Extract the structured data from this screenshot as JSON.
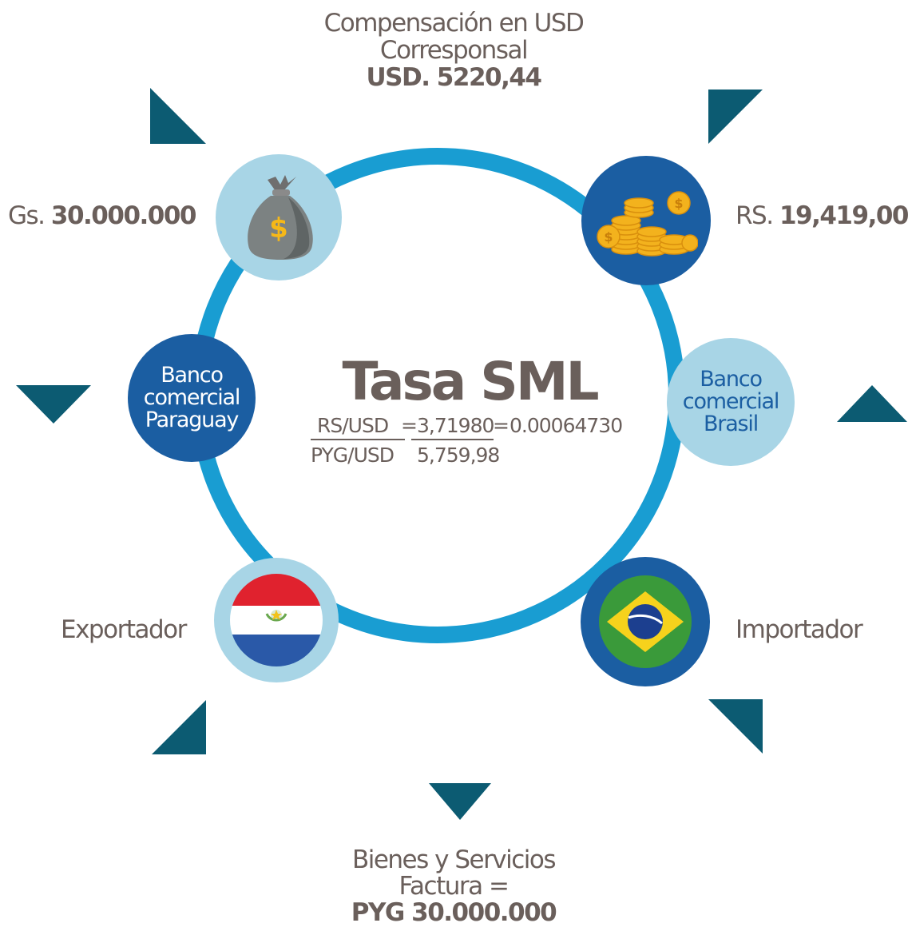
{
  "top": {
    "line1": "Compensación en USD",
    "line2": "Corresponsal",
    "amount": "USD. 5220,44"
  },
  "left_amount": {
    "prefix": "Gs.",
    "value": "30.000.000"
  },
  "right_amount": {
    "prefix": "RS.",
    "value": "19,419,00"
  },
  "nodes": {
    "bank_py": [
      "Banco",
      "comercial",
      "Paraguay"
    ],
    "bank_br": [
      "Banco",
      "comercial",
      "Brasil"
    ]
  },
  "exporter": "Exportador",
  "importer": "Importador",
  "center": {
    "title": "Tasa SML",
    "num1": "RS/USD",
    "eq1": "=",
    "val1": "3,71980",
    "eq2": "=",
    "result": "0.00064730",
    "den1": "PYG/USD",
    "val2": "5,759,98"
  },
  "bottom": {
    "line1": "Bienes y Servicios",
    "line2": "Factura =",
    "amount": "PYG 30.000.000"
  },
  "colors": {
    "ring": "#199dd2",
    "dark_node": "#1b5ea2",
    "light_node": "#a8d5e6",
    "arrow": "#0c5b72",
    "text": "#6a5f5b"
  },
  "icons": [
    "money-bag-icon",
    "coins-icon",
    "paraguay-flag-icon",
    "brazil-flag-icon"
  ]
}
